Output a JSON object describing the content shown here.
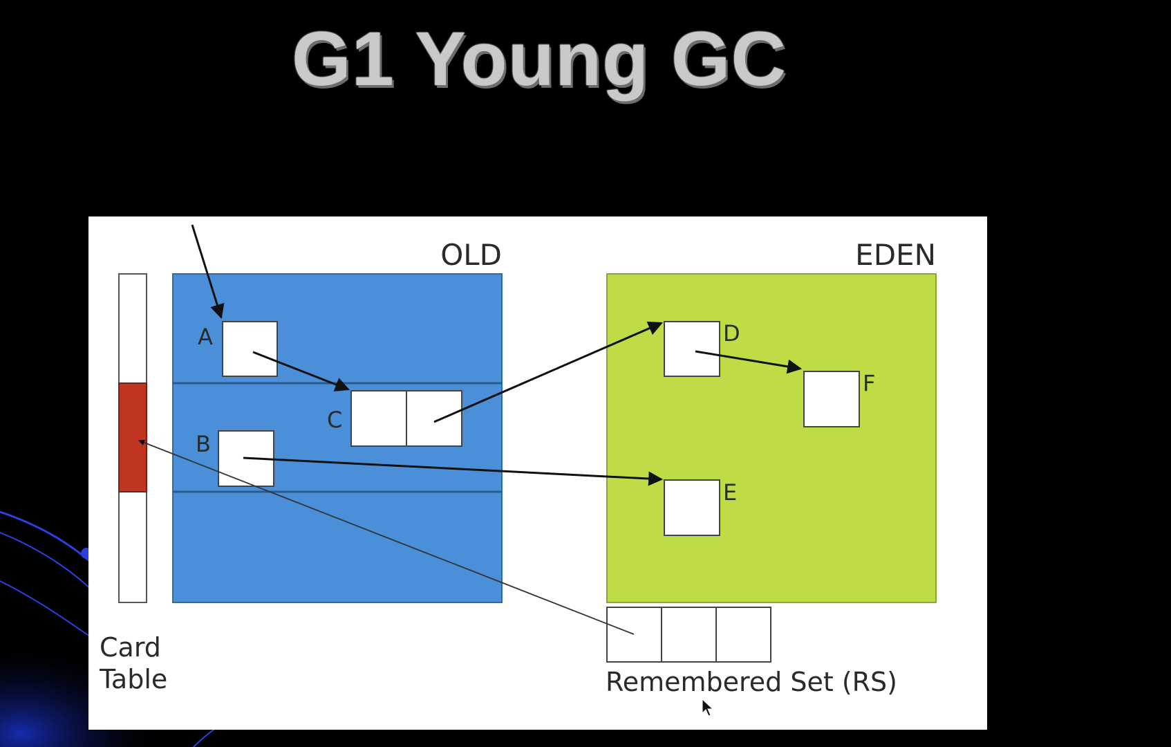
{
  "title": "G1 Young GC",
  "regions": {
    "old": {
      "label": "OLD",
      "color": "#4a8fd8"
    },
    "eden": {
      "label": "EDEN",
      "color": "#bedc45"
    }
  },
  "card_table": {
    "label_line1": "Card",
    "label_line2": "Table",
    "dirty_card_color": "#bf3522"
  },
  "objects": {
    "a": "A",
    "b": "B",
    "c": "C",
    "d": "D",
    "e": "E",
    "f": "F"
  },
  "remembered_set": {
    "label": "Remembered Set (RS)"
  },
  "colors": {
    "background": "#000000",
    "panel": "#ffffff",
    "arrow": "#111111"
  }
}
